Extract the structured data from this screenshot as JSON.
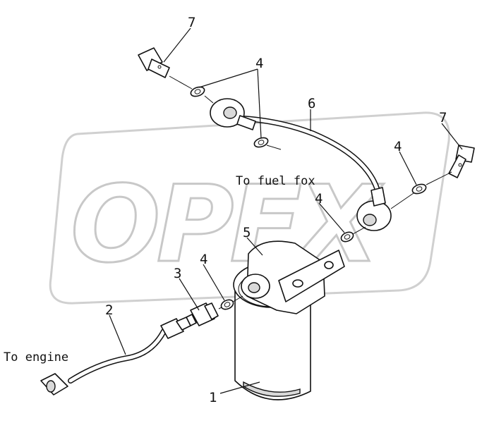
{
  "watermark": {
    "text": "OPEX"
  },
  "notes": {
    "to_engine": "To engine",
    "to_fuel_box": "To fuel fox"
  },
  "callouts": {
    "filter": "1",
    "inlet_hose": "2",
    "adapter": "3",
    "washer_a": "4",
    "washer_b": "4",
    "washer_c": "4",
    "washer_d": "4",
    "head": "5",
    "fuel_pipe": "6",
    "bolt_left": "7",
    "bolt_right": "7"
  }
}
